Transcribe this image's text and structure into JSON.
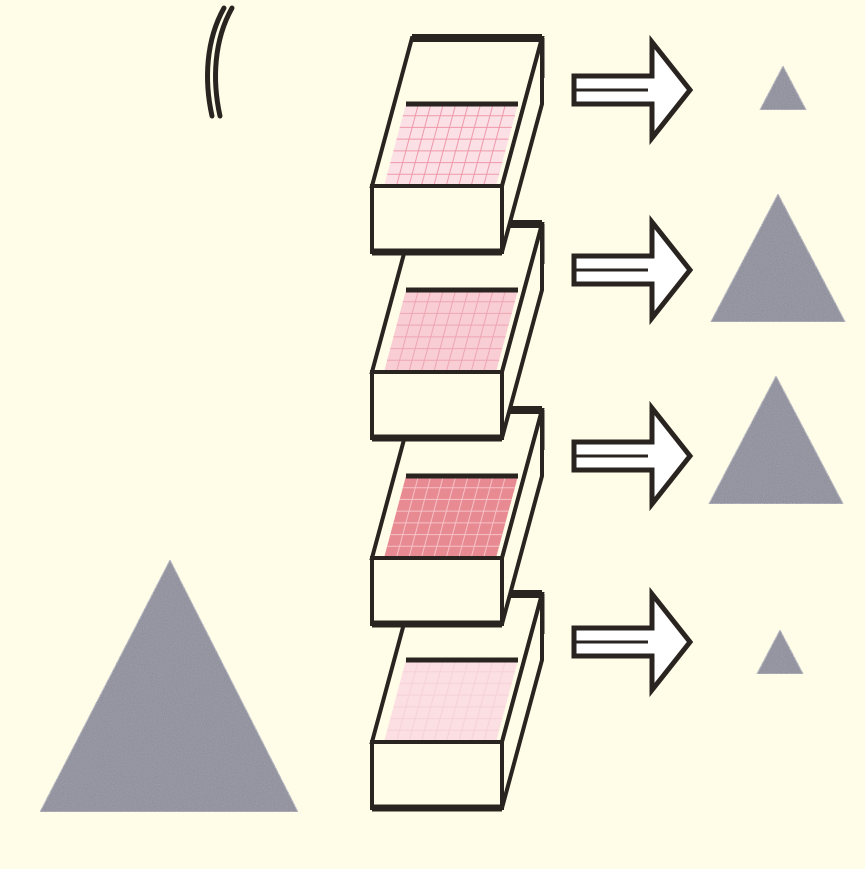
{
  "diagram": {
    "colors": {
      "background": "#fffde8",
      "outline": "#2a2420",
      "box_face": "#fffde8",
      "pile": "#9a9aa6",
      "arrow_fill": "#ffffff"
    },
    "source_pile": {
      "icon": "granular-pile-icon"
    },
    "sieves": [
      {
        "mesh_fill": "#fbe0e6",
        "mesh_line": "#ee99aa",
        "fraction_relative_size": "small"
      },
      {
        "mesh_fill": "#f8cdd4",
        "mesh_line": "#eea6b2",
        "fraction_relative_size": "large"
      },
      {
        "mesh_fill": "#e88a92",
        "mesh_line": "#f6c2c8",
        "fraction_relative_size": "large"
      },
      {
        "mesh_fill": "#fbdfe3",
        "mesh_line": "#f6d2d8",
        "fraction_relative_size": "small"
      }
    ]
  }
}
